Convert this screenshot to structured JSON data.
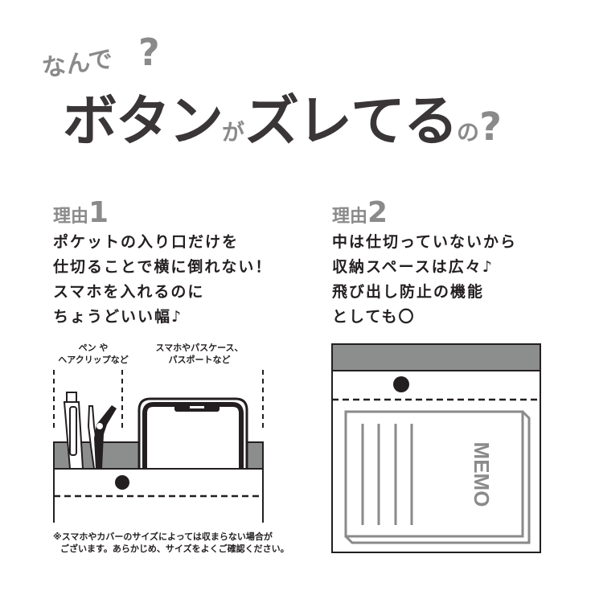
{
  "header": {
    "lead": "なんで",
    "lead_mark": "?",
    "title_part1": "ボタン",
    "title_particle": "が",
    "title_part2": "ズレてる",
    "title_tail": "の",
    "title_mark": "?"
  },
  "reasons": [
    {
      "label": "理由",
      "number": "1",
      "lines": [
        "ポケットの入り口だけを",
        "仕切ることで横に倒れない！",
        "スマホを入れるのに",
        "ちょうどいい幅♪"
      ]
    },
    {
      "label": "理由",
      "number": "2",
      "lines": [
        "中は仕切っていないから",
        "収納スペースは広々♪",
        "飛び出し防止の機能",
        "としても〇"
      ]
    }
  ],
  "illustration1": {
    "caption_left": [
      "ペン や",
      "ヘアクリップなど"
    ],
    "caption_right": [
      "スマホやパスケース、",
      "パスポートなど"
    ]
  },
  "illustration2": {
    "memo_label": "MEMO"
  },
  "note": [
    "※スマホやカバーのサイズによっては収まらない場合が",
    "ございます。あらかじめ、サイズをよくご確認ください。"
  ],
  "colors": {
    "dark": "#3a3637",
    "gray": "#8a8a8a",
    "pocket_gray": "#8c8e8d",
    "black": "#231f20"
  }
}
